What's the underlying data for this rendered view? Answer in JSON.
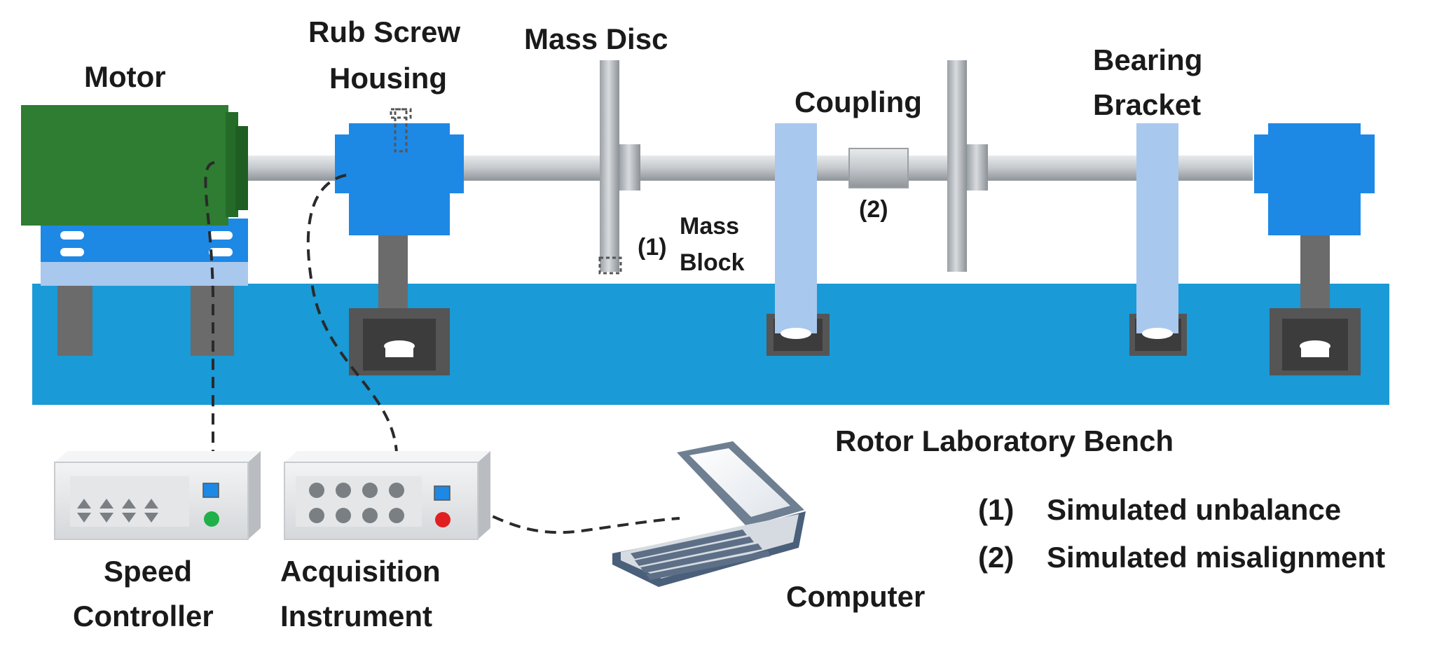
{
  "labels": {
    "motor": "Motor",
    "rub_screw_housing": [
      "Rub Screw",
      "Housing"
    ],
    "mass_disc": "Mass Disc",
    "coupling": "Coupling",
    "bearing_bracket": [
      "Bearing",
      "Bracket"
    ],
    "mass_block_marker": "(1)",
    "mass_block": [
      "Mass",
      "Block"
    ],
    "coupling_marker": "(2)",
    "bench": "Rotor Laboratory Bench",
    "speed_controller": [
      "Speed",
      "Controller"
    ],
    "acquisition_instrument": [
      "Acquisition",
      "Instrument"
    ],
    "computer": "Computer"
  },
  "legend": [
    {
      "marker": "(1)",
      "text": "Simulated unbalance"
    },
    {
      "marker": "(2)",
      "text": "Simulated misalignment"
    }
  ],
  "colors": {
    "bench": "#1a9ad6",
    "motor": "#2e7d32",
    "housing": "#1e88e5",
    "support": "#6b6b6b",
    "shaft": "#c4c8cc",
    "bracket": "#a9c8ee",
    "instrument": "#e6e8ea",
    "controller_light": "#20b04a",
    "acquisition_light": "#e02020"
  }
}
